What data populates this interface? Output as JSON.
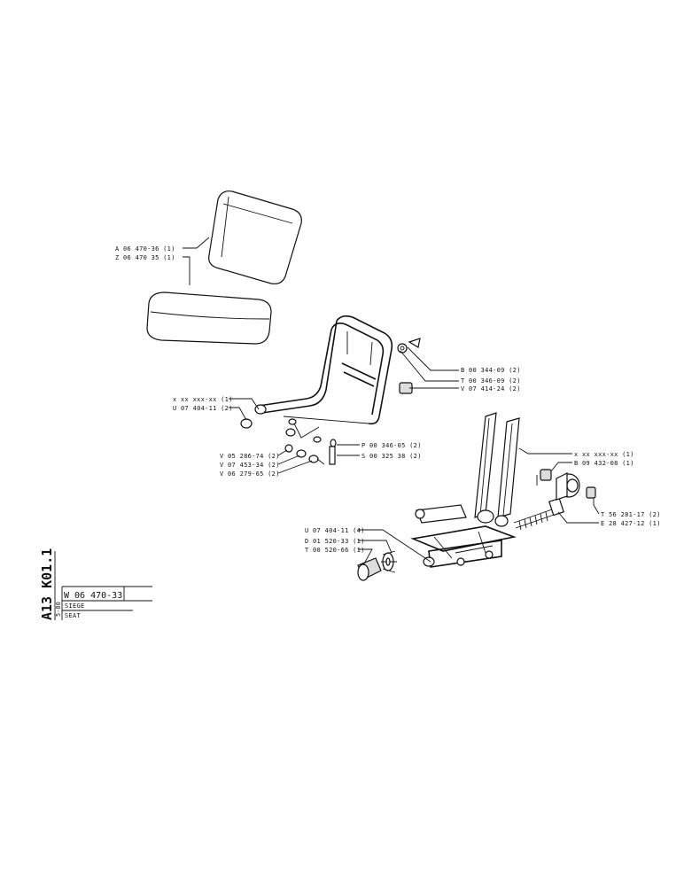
{
  "sheet": {
    "vertical_code": "A13 K01.1",
    "date_code": "5-80",
    "part_number": "W 06 470-33",
    "title_fr": "SIEGE",
    "title_en": "SEAT"
  },
  "callouts": [
    {
      "id": "c1",
      "text": "A 06 470-36 (1)"
    },
    {
      "id": "c2",
      "text": "Z 06 470  35 (1)"
    },
    {
      "id": "c3",
      "text": "B 00 344-09 (2)"
    },
    {
      "id": "c4",
      "text": "T 00 346-09 (2)"
    },
    {
      "id": "c5",
      "text": "V 07 414-24 (2)"
    },
    {
      "id": "c6",
      "text": "x xx xxx-xx (1)"
    },
    {
      "id": "c7",
      "text": "U 07 404-11 (2)"
    },
    {
      "id": "c8",
      "text": "P 00 346-05 (2)"
    },
    {
      "id": "c9",
      "text": "S 00 325  38 (2)"
    },
    {
      "id": "c10",
      "text": "V 05 286-74 (2)"
    },
    {
      "id": "c11",
      "text": "V 07 453-34 (2)"
    },
    {
      "id": "c12",
      "text": "V 06 279-65 (2)"
    },
    {
      "id": "c13",
      "text": "x xx xxx-xx (1)"
    },
    {
      "id": "c14",
      "text": "B 09 432-08 (1)"
    },
    {
      "id": "c15",
      "text": "T 56 281-17 (2)"
    },
    {
      "id": "c16",
      "text": "E 28 427-12 (1)"
    },
    {
      "id": "c17",
      "text": "U 07 404-11 (4)"
    },
    {
      "id": "c18",
      "text": "D 01 520-33 (1)"
    },
    {
      "id": "c19",
      "text": "T 00 520-66 (1)"
    }
  ]
}
